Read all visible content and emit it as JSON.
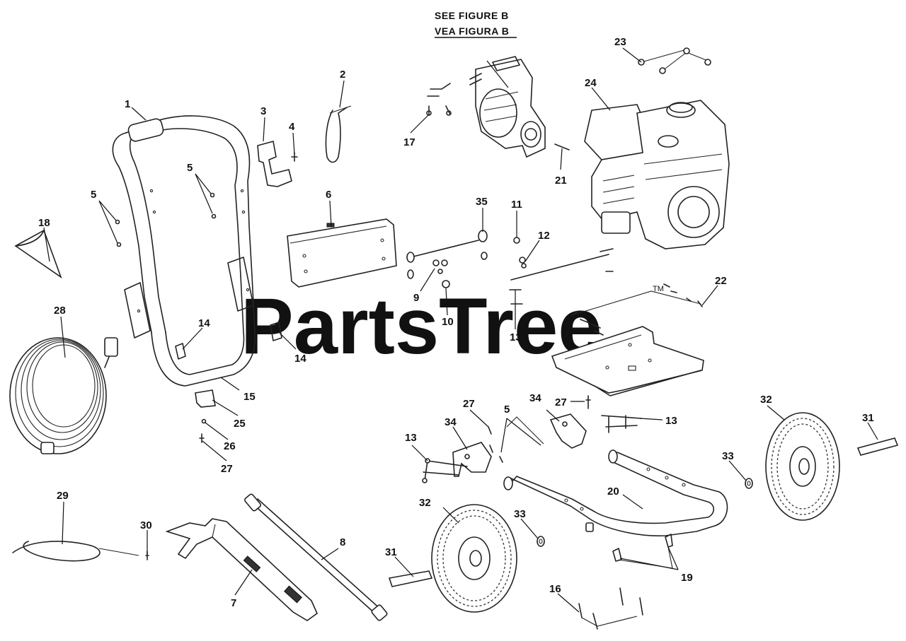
{
  "watermark": {
    "text": "PartsTree",
    "trademark": "TM"
  },
  "note": {
    "line1": "SEE FIGURE B",
    "line2": "VEA FIGURA B"
  },
  "callouts": {
    "c1": "1",
    "c2": "2",
    "c3": "3",
    "c4": "4",
    "c5a": "5",
    "c5b": "5",
    "c5c": "5",
    "c6": "6",
    "c7": "7",
    "c8": "8",
    "c9": "9",
    "c10": "10",
    "c11": "11",
    "c12": "12",
    "c13a": "13",
    "c13b": "13",
    "c13c": "13",
    "c14a": "14",
    "c14b": "14",
    "c15": "15",
    "c16": "16",
    "c17": "17",
    "c18": "18",
    "c19": "19",
    "c20": "20",
    "c21": "21",
    "c22": "22",
    "c23": "23",
    "c24": "24",
    "c25": "25",
    "c26": "26",
    "c27a": "27",
    "c27b": "27",
    "c27c": "27",
    "c28": "28",
    "c29": "29",
    "c30": "30",
    "c31a": "31",
    "c31b": "31",
    "c32a": "32",
    "c32b": "32",
    "c33a": "33",
    "c33b": "33",
    "c34a": "34",
    "c34b": "34",
    "c35": "35"
  }
}
